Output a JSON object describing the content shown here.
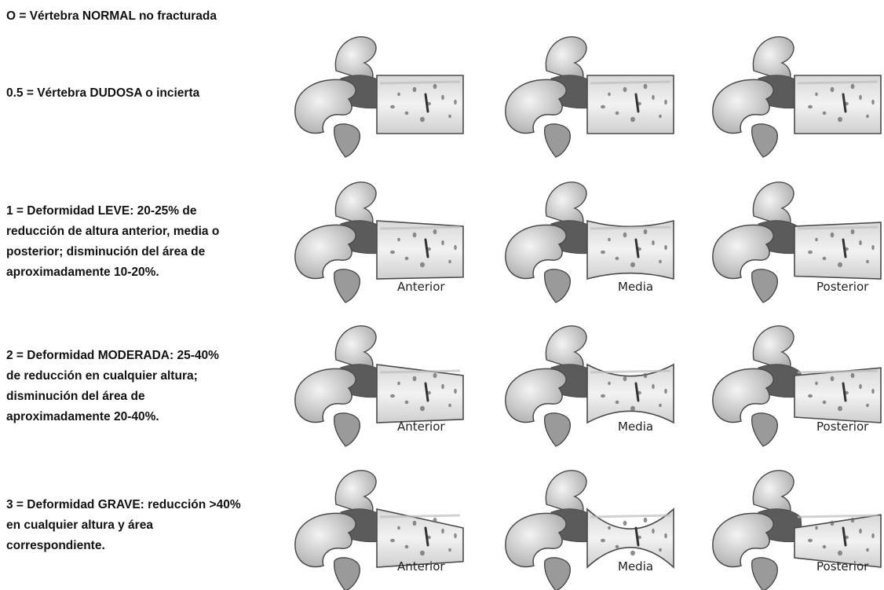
{
  "grades": [
    {
      "id": "0",
      "text": "O = Vértebra NORMAL no fracturada"
    },
    {
      "id": "0.5",
      "text": "0.5 = Vértebra DUDOSA o incierta"
    },
    {
      "id": "1",
      "text": "1 = Deformidad LEVE: 20-25% de\nreducción de altura anterior, media o\nposterior; disminución del área de\naproximadamente 10-20%."
    },
    {
      "id": "2",
      "text": "2 = Deformidad MODERADA: 25-40%\nde reducción en cualquier altura;\ndisminución del área de\naproximadamente 20-40%."
    },
    {
      "id": "3",
      "text": "3 = Deformidad GRAVE: reducción >40%\nen cualquier altura y área\ncorrespondiente."
    }
  ],
  "column_labels": {
    "anterior": "Anterior",
    "media": "Media",
    "posterior": "Posterior"
  },
  "colors": {
    "bone_fill": "#e9e9e9",
    "bone_shade": "#9a9a9a",
    "bone_dark": "#4a4a4a",
    "text": "#111111"
  }
}
